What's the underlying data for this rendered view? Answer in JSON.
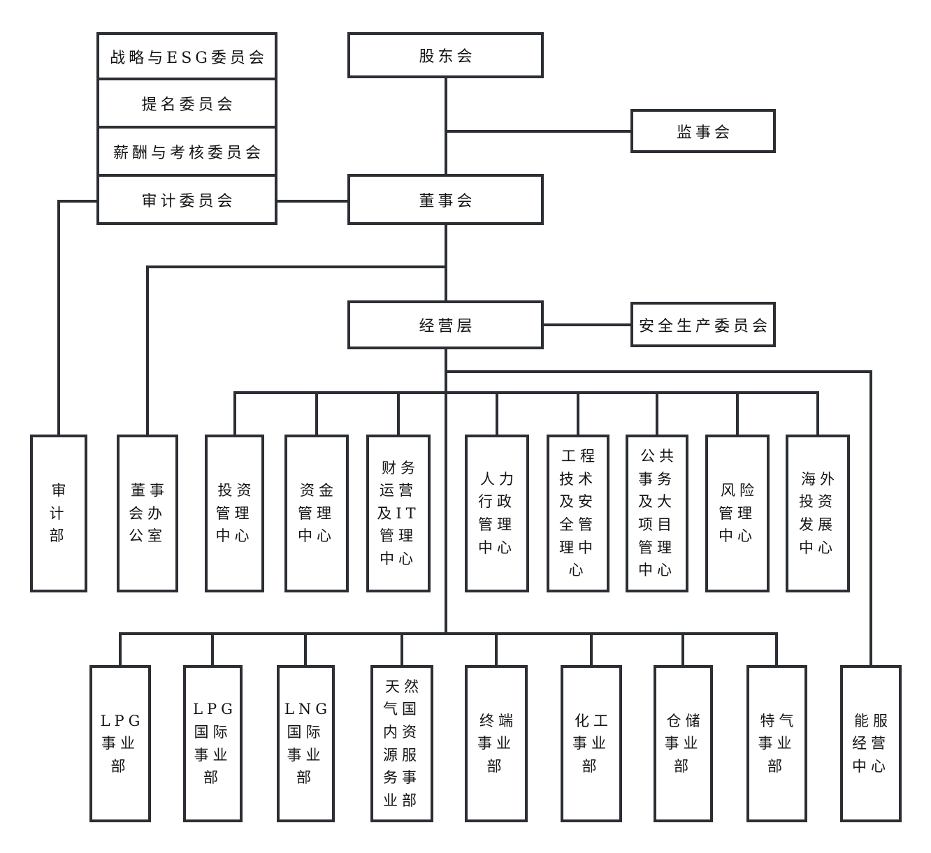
{
  "colors": {
    "line": "#2b2e33",
    "text": "#141414",
    "background": "#ffffff"
  },
  "org": {
    "top": {
      "shareholders": "股东会",
      "supervisory": "监事会",
      "board": "董事会",
      "management": "经营层",
      "safety_committee": "安全生产委员会"
    },
    "committees": [
      "战略与ESG委员会",
      "提名委员会",
      "薪酬与考核委员会",
      "审计委员会"
    ],
    "departments": [
      "审\n计\n部",
      "董事\n会办\n公室",
      "投资\n管理\n中心",
      "资金\n管理\n中心",
      "财务\n运营\n及IT\n管理\n中心",
      "人力\n行政\n管理\n中心",
      "工程\n技术\n及安\n全管\n理中\n心",
      "公共\n事务\n及大\n项目\n管理\n中心",
      "风险\n管理\n中心",
      "海外\n投资\n发展\n中心"
    ],
    "business_units": [
      "LPG\n事业\n部",
      "LPG\n国际\n事业\n部",
      "LNG\n国际\n事业\n部",
      "天然\n气国\n内资\n源服\n务事\n业部",
      "终端\n事业\n部",
      "化工\n事业\n部",
      "仓储\n事业\n部",
      "特气\n事业\n部",
      "能服\n经营\n中心"
    ]
  }
}
